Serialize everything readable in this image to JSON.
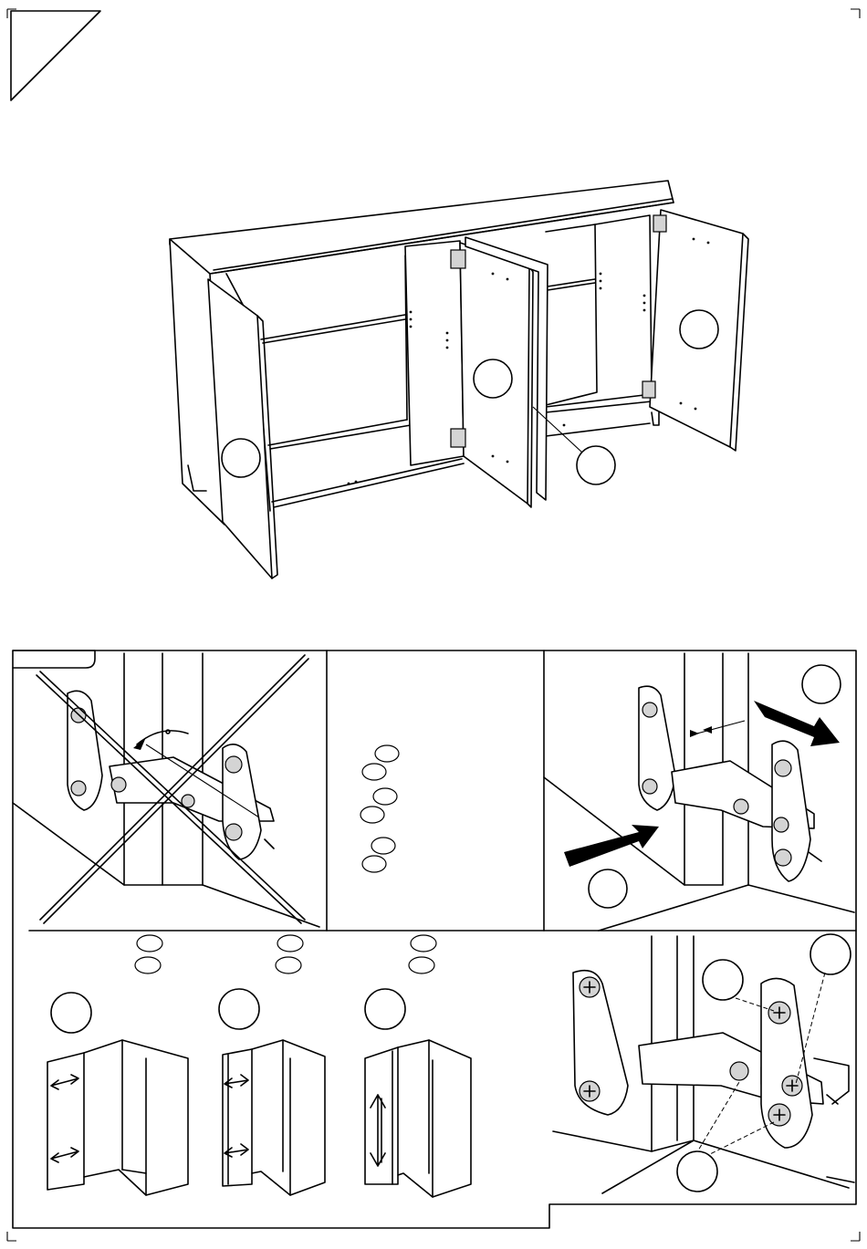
{
  "page": {
    "description_marker": "step-corner-triangle"
  },
  "cabinet": {
    "doors": 3,
    "callouts": [
      "door-left",
      "door-middle",
      "door-right",
      "hinge-pointer"
    ]
  },
  "panels": {
    "incorrect_hinge": {
      "state": "crossed-out"
    },
    "option_legend": {
      "rows": 3
    },
    "correct_hinge": {
      "callouts": 2
    },
    "adjustments": [
      {
        "direction": "horizontal"
      },
      {
        "direction": "depth"
      },
      {
        "direction": "vertical"
      }
    ],
    "hinge_detail": {
      "callouts": 3
    }
  },
  "icons": [
    "triangle-step-icon",
    "crossed-hinge-icon",
    "arrow-icon",
    "double-arrow-icon",
    "screw-icon"
  ]
}
